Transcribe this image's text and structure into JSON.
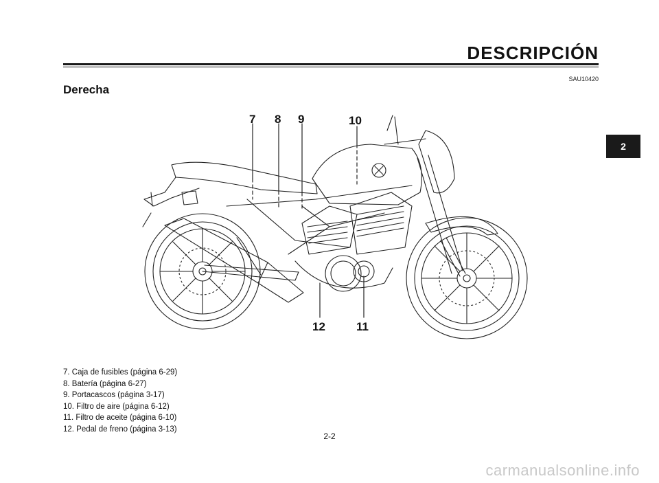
{
  "header": {
    "section_title": "DESCRIPCIÓN",
    "doc_code": "SAU10420",
    "subtitle": "Derecha"
  },
  "chapter_tab": {
    "label": "2"
  },
  "callouts": {
    "n7": "7",
    "n8": "8",
    "n9": "9",
    "n10": "10",
    "n11": "11",
    "n12": "12"
  },
  "legend": {
    "items": [
      "7.  Caja de fusibles (página 6-29)",
      "8.  Batería (página 6-27)",
      "9.  Portacascos (página 3-17)",
      "10. Filtro de aire (página 6-12)",
      "11. Filtro de aceite (página 6-10)",
      "12. Pedal de freno (página 3-13)"
    ]
  },
  "footer": {
    "page_number": "2-2",
    "watermark": "carmanualsonline.info"
  }
}
